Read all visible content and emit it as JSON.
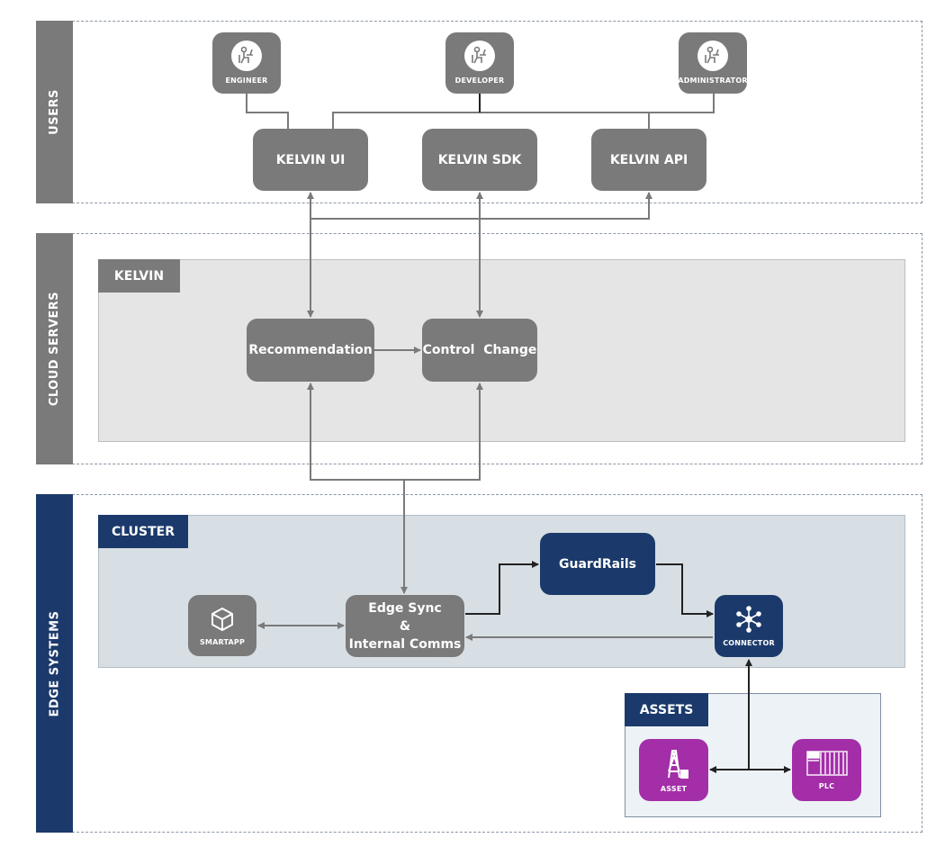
{
  "lanes": {
    "users": "USERS",
    "cloud": "CLOUD SERVERS",
    "edge": "EDGE SYSTEMS"
  },
  "groups": {
    "kelvin": "KELVIN",
    "cluster": "CLUSTER",
    "assets": "ASSETS"
  },
  "users": [
    {
      "label": "ENGINEER",
      "icon": "person-at-desk-icon"
    },
    {
      "label": "DEVELOPER",
      "icon": "person-at-desk-icon"
    },
    {
      "label": "ADMINISTRATOR",
      "icon": "person-at-desk-icon"
    }
  ],
  "interfaces": {
    "ui": "KELVIN UI",
    "sdk": "KELVIN SDK",
    "api": "KELVIN API"
  },
  "cloud_nodes": {
    "recommendation": "Recommendation",
    "control_change": "Control  Change"
  },
  "edge_nodes": {
    "smartapp": "SMARTAPP",
    "edge_sync_1": "Edge Sync",
    "edge_sync_2": "&",
    "edge_sync_3": "Internal Comms",
    "guardrails": "GuardRails",
    "connector": "CONNECTOR"
  },
  "asset_nodes": {
    "asset": "ASSET",
    "plc": "PLC"
  },
  "colors": {
    "gray_node": "#7a7a7a",
    "lane_gray": "#7a7a7a",
    "navy": "#1b3a6b",
    "magenta": "#a32ea8",
    "kelvin_bg": "#e5e5e5",
    "cluster_bg": "#d7dfe4",
    "assets_bg": "#edf2f7"
  }
}
